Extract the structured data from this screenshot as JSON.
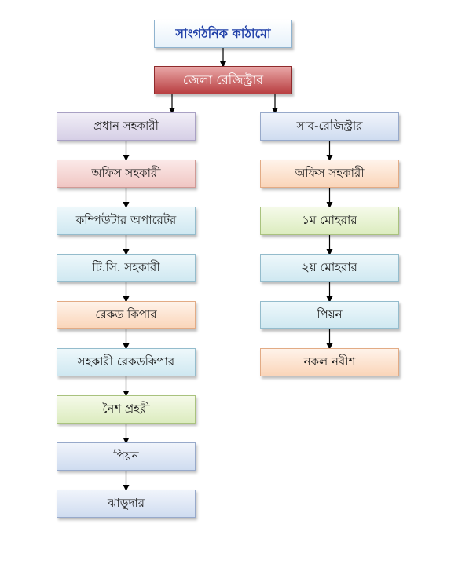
{
  "title": "সাংগঠনিক কাঠামো",
  "root": "জেলা রেজিস্ট্রার",
  "left_column": [
    {
      "label": "প্রধান সহকারী",
      "color": "lavender"
    },
    {
      "label": "অফিস সহকারী",
      "color": "pink"
    },
    {
      "label": "কম্পিউটার অপারেটর",
      "color": "cyan"
    },
    {
      "label": "টি.সি. সহকারী",
      "color": "cyan"
    },
    {
      "label": "রেকড কিপার",
      "color": "peach"
    },
    {
      "label": "সহকারী রেকডকিপার",
      "color": "cyan"
    },
    {
      "label": "নৈশ প্রহরী",
      "color": "green"
    },
    {
      "label": "পিয়ন",
      "color": "blue"
    },
    {
      "label": "ঝাড়ুদার",
      "color": "blue"
    }
  ],
  "right_column": [
    {
      "label": "সাব-রেজিস্ট্রার",
      "color": "blue"
    },
    {
      "label": "অফিস সহকারী",
      "color": "peach"
    },
    {
      "label": "১ম মোহরার",
      "color": "green"
    },
    {
      "label": "২য় মোহরার",
      "color": "cyan"
    },
    {
      "label": "পিয়ন",
      "color": "cyan"
    },
    {
      "label": "নকল নবীশ",
      "color": "peach"
    }
  ]
}
